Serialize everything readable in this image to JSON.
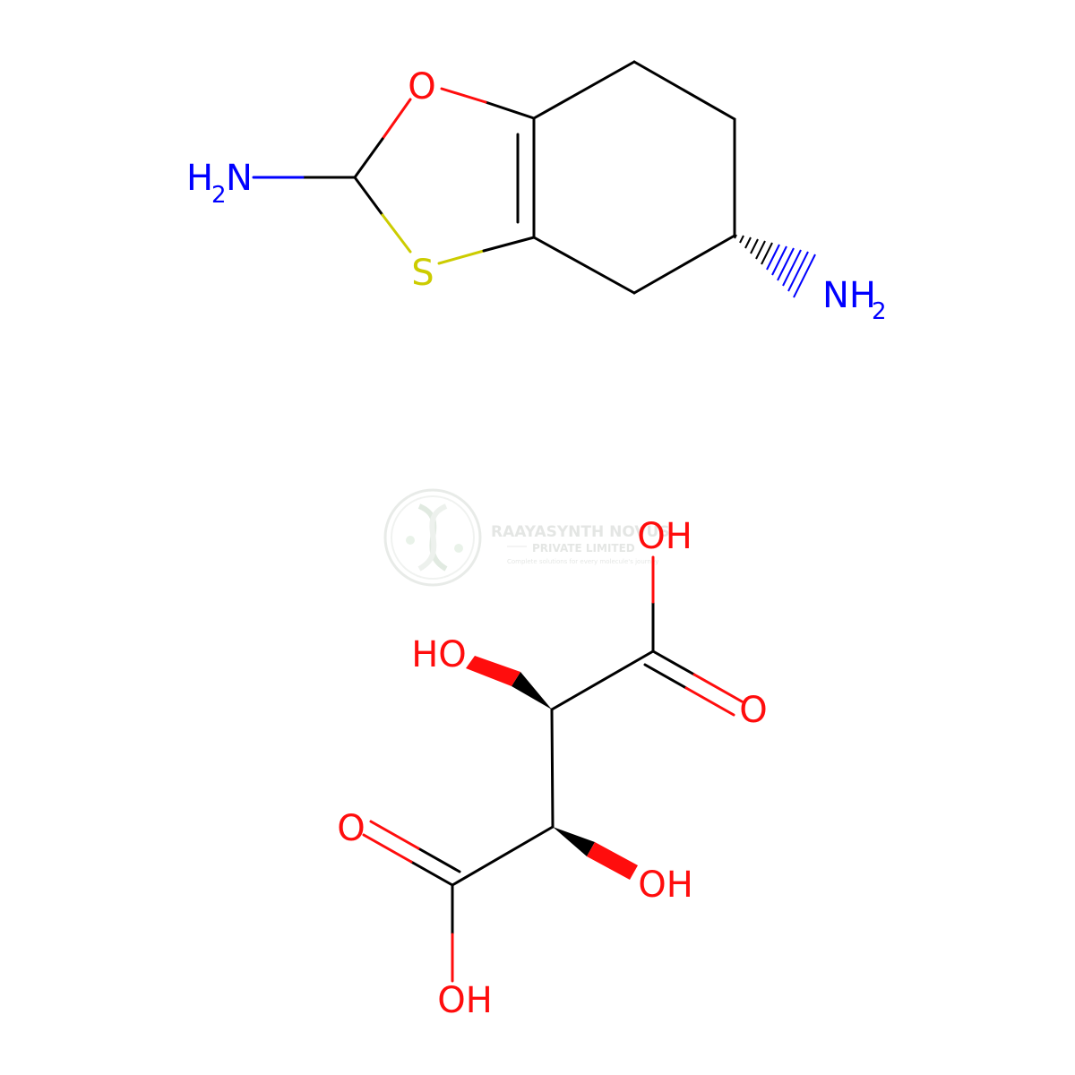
{
  "colors": {
    "bond": "#000000",
    "oxygen": "#FF0D0D",
    "nitrogen": "#0000FF",
    "sulfur": "#CCCC00",
    "watermark": "#cfd8cf"
  },
  "molecule_top": {
    "atoms": {
      "o_ring": "O",
      "s_ring": "S",
      "nh2_left_h": "H",
      "nh2_left_sub": "2",
      "nh2_left_n": "N",
      "nh2_right_n": "NH",
      "nh2_right_sub": "2"
    }
  },
  "molecule_bottom": {
    "atoms": {
      "oh_top": "OH",
      "ho_left": "HO",
      "o_carbonyl_right": "O",
      "o_carbonyl_left": "O",
      "oh_mid": "OH",
      "oh_bottom": "OH"
    }
  },
  "watermark": {
    "name": "RAAYASYNTH NOVUS",
    "subtitle": "PRIVATE LIMITED",
    "tagline": "Complete solutions for every molecule's journey",
    "icon": "dna-helix-logo-icon"
  }
}
